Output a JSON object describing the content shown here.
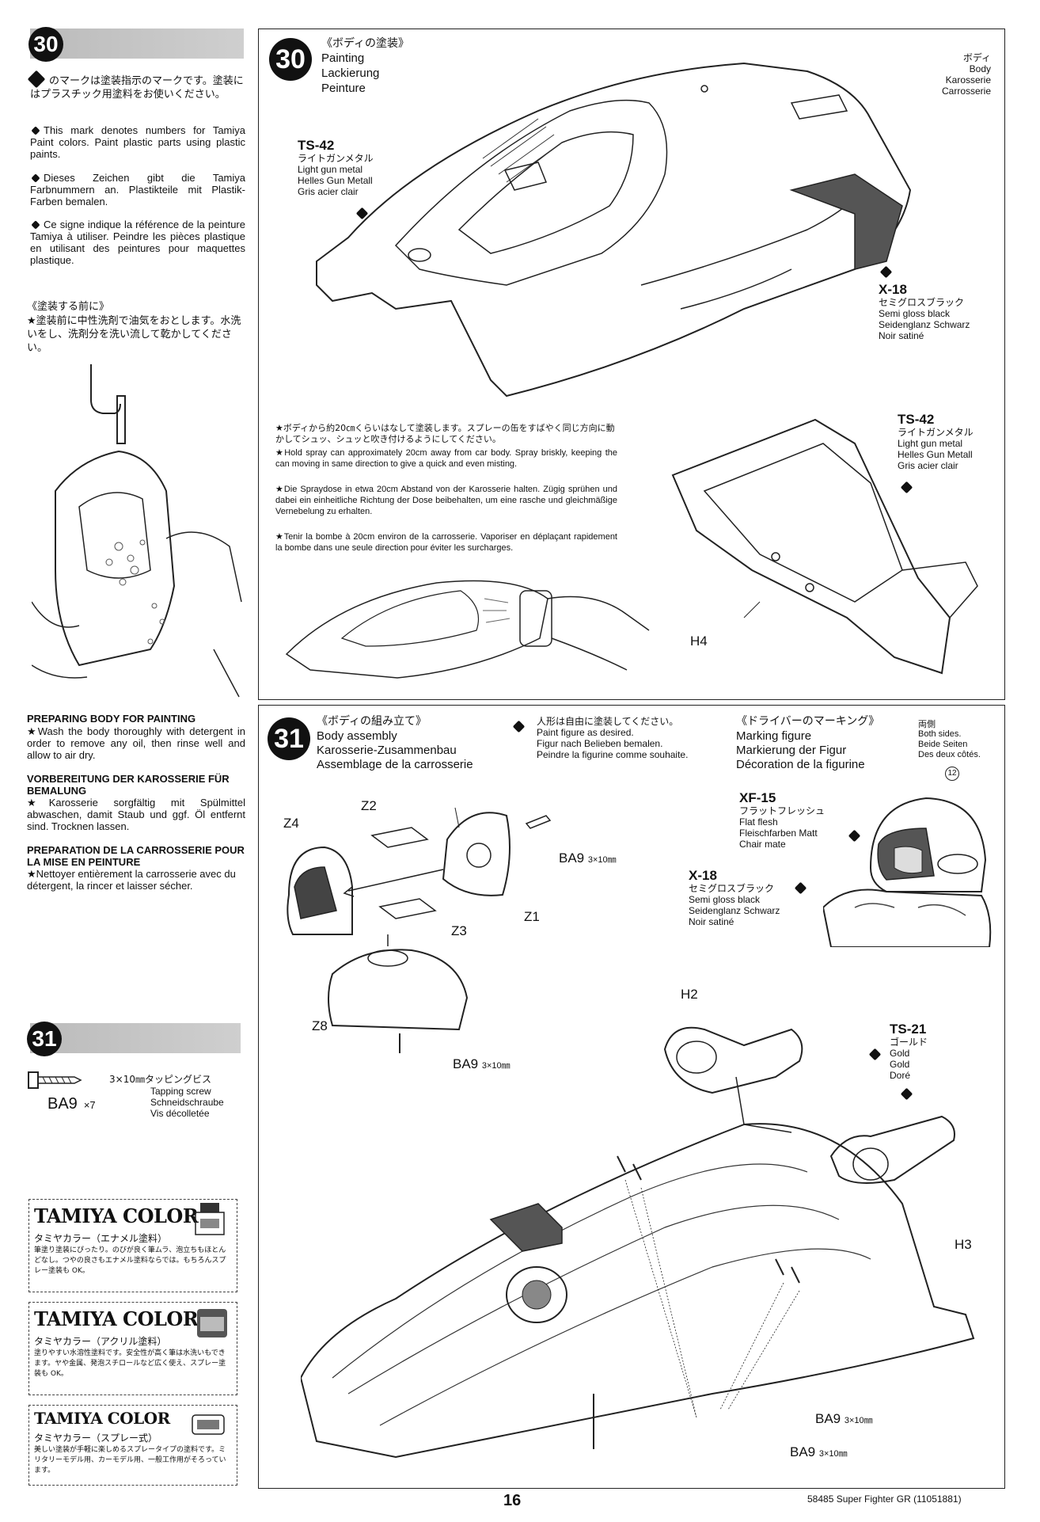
{
  "left": {
    "step30_number": "30",
    "mark_jp": "のマークは塗装指示のマークです。塗装にはプラスチック用塗料をお使いください。",
    "mark_en": "This mark denotes numbers for Tamiya Paint colors. Paint plastic parts using plastic paints.",
    "mark_de": "Dieses Zeichen gibt die Tamiya Farbnummern an. Plastikteile mit Plastik-Farben bemalen.",
    "mark_fr": "Ce signe indique la référence de la peinture Tamiya à utiliser. Peindre les pièces plastique en utilisant des peintures pour maquettes plastique.",
    "prep_jp_title": "《塗装する前に》",
    "prep_jp": "★塗装前に中性洗剤で油気をおとします。水洗いをし、洗剤分を洗い流して乾かしてください。",
    "prep_en_title": "PREPARING BODY FOR PAINTING",
    "prep_en": "★Wash the body thoroughly with detergent in order to remove any oil, then rinse well and allow to air dry.",
    "prep_de_title": "VORBEREITUNG DER KAROSSERIE FÜR BEMALUNG",
    "prep_de": "★Karosserie sorgfältig mit Spülmittel abwaschen, damit Staub und ggf. Öl entfernt sind. Trocknen lassen.",
    "prep_fr_title": "PREPARATION DE LA CARROSSERIE POUR LA MISE EN PEINTURE",
    "prep_fr": "★Nettoyer entièrement la carrosserie avec du détergent, la rincer et laisser sécher.",
    "step31_number": "31",
    "screw_jp": "3×10㎜タッピングビス",
    "screw_en": "Tapping screw",
    "screw_de": "Schneidschraube",
    "screw_fr": "Vis décolletée",
    "screw_code": "BA9",
    "screw_qty": "×7",
    "tamiya": [
      {
        "brand": "TAMIYA COLOR",
        "sub": "タミヤカラー（エナメル塗料）",
        "desc": "筆塗り塗装にぴったり。のびが良く筆ムラ、泡立ちもほとんどなし。つやの良さもエナメル塗料ならでは。もちろんスプレー塗装も OK。"
      },
      {
        "brand": "TAMIYA COLOR",
        "sub": "タミヤカラー（アクリル塗料）",
        "desc": "塗りやすい水溶性塗料です。安全性が高く筆は水洗いもできます。ヤや金属、発泡スチロールなど広く使え、スプレー塗装も OK。"
      },
      {
        "brand": "TAMIYA COLOR",
        "sub": "タミヤカラー（スプレー式）",
        "desc": "美しい塗装が手軽に楽しめるスプレータイプの塗料です。ミリタリーモデル用、カーモデル用、一般工作用がそろっています。"
      }
    ]
  },
  "step30": {
    "number": "30",
    "title_jp": "《ボディの塗装》",
    "title_en": "Painting",
    "title_de": "Lackierung",
    "title_fr": "Peinture",
    "body_label": [
      "ボディ",
      "Body",
      "Karosserie",
      "Carrosserie"
    ],
    "ts42_a": {
      "code": "TS-42",
      "jp": "ライトガンメタル",
      "en": "Light gun metal",
      "de": "Helles Gun Metall",
      "fr": "Gris acier clair"
    },
    "x18": {
      "code": "X-18",
      "jp": "セミグロスブラック",
      "en": "Semi gloss black",
      "de": "Seidenglanz Schwarz",
      "fr": "Noir satiné"
    },
    "ts42_b": {
      "code": "TS-42",
      "jp": "ライトガンメタル",
      "en": "Light gun metal",
      "de": "Helles Gun Metall",
      "fr": "Gris acier clair"
    },
    "spray_jp": "★ボディから約20㎝くらいはなして塗装します。スプレーの缶をすばやく同じ方向に動かしてシュッ、シュッと吹き付けるようにしてください。",
    "spray_en": "★Hold spray can approximately 20cm away from car body. Spray briskly, keeping the can moving in same direction to give a quick and even misting.",
    "spray_de": "★Die Spraydose in etwa 20cm Abstand von der Karosserie halten. Zügig sprühen und dabei ein einheitliche Richtung der Dose beibehalten, um eine rasche und gleichmäßige Vernebelung zu erhalten.",
    "spray_fr": "★Tenir la bombe à 20cm environ de la carrosserie. Vaporiser en déplaçant rapidement la bombe dans une seule direction pour éviter les surcharges.",
    "h4": "H4"
  },
  "step31": {
    "number": "31",
    "title_jp": "《ボディの組み立て》",
    "title_en": "Body assembly",
    "title_de": "Karosserie-Zusammenbau",
    "title_fr": "Assemblage de la carrosserie",
    "figure_jp": "人形は自由に塗装してください。",
    "figure_en": "Paint figure as desired.",
    "figure_de": "Figur nach Belieben bemalen.",
    "figure_fr": "Peindre la figurine comme souhaite.",
    "marking_jp": "《ドライバーのマーキング》",
    "marking_en": "Marking figure",
    "marking_de": "Markierung der Figur",
    "marking_fr": "Décoration de la figurine",
    "both_sides": [
      "両側",
      "Both sides.",
      "Beide Seiten",
      "Des deux côtés."
    ],
    "sticker_no": "12",
    "xf15": {
      "code": "XF-15",
      "jp": "フラットフレッシュ",
      "en": "Flat flesh",
      "de": "Fleischfarben Matt",
      "fr": "Chair mate"
    },
    "x18": {
      "code": "X-18",
      "jp": "セミグロスブラック",
      "en": "Semi gloss black",
      "de": "Seidenglanz Schwarz",
      "fr": "Noir satiné"
    },
    "ts21": {
      "code": "TS-21",
      "jp": "ゴールド",
      "en": "Gold",
      "de": "Gold",
      "fr": "Doré"
    },
    "parts": {
      "z1": "Z1",
      "z2": "Z2",
      "z3": "Z3",
      "z4": "Z4",
      "z8": "Z8",
      "h2": "H2",
      "h3": "H3"
    },
    "screw_code": "BA9",
    "screw_size": "3×10㎜"
  },
  "footer": {
    "page": "16",
    "model": "58485 Super Fighter GR (11051881)"
  }
}
